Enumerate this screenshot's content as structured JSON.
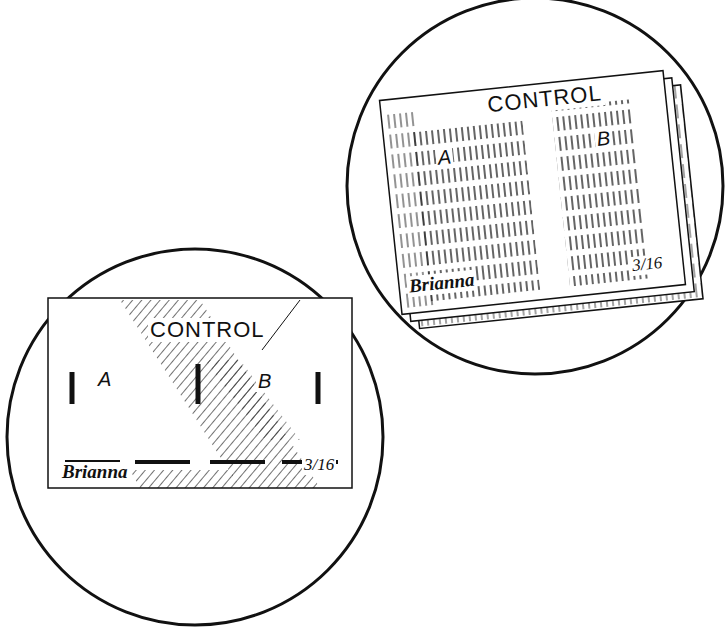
{
  "diagram": {
    "nodes": [
      {
        "text": [
          "CONTROL",
          "A",
          "B",
          "Brianna",
          "3/16"
        ]
      },
      {
        "text": [
          "CONTROL",
          "A",
          "B",
          "Brianna",
          "3/16"
        ]
      }
    ]
  }
}
